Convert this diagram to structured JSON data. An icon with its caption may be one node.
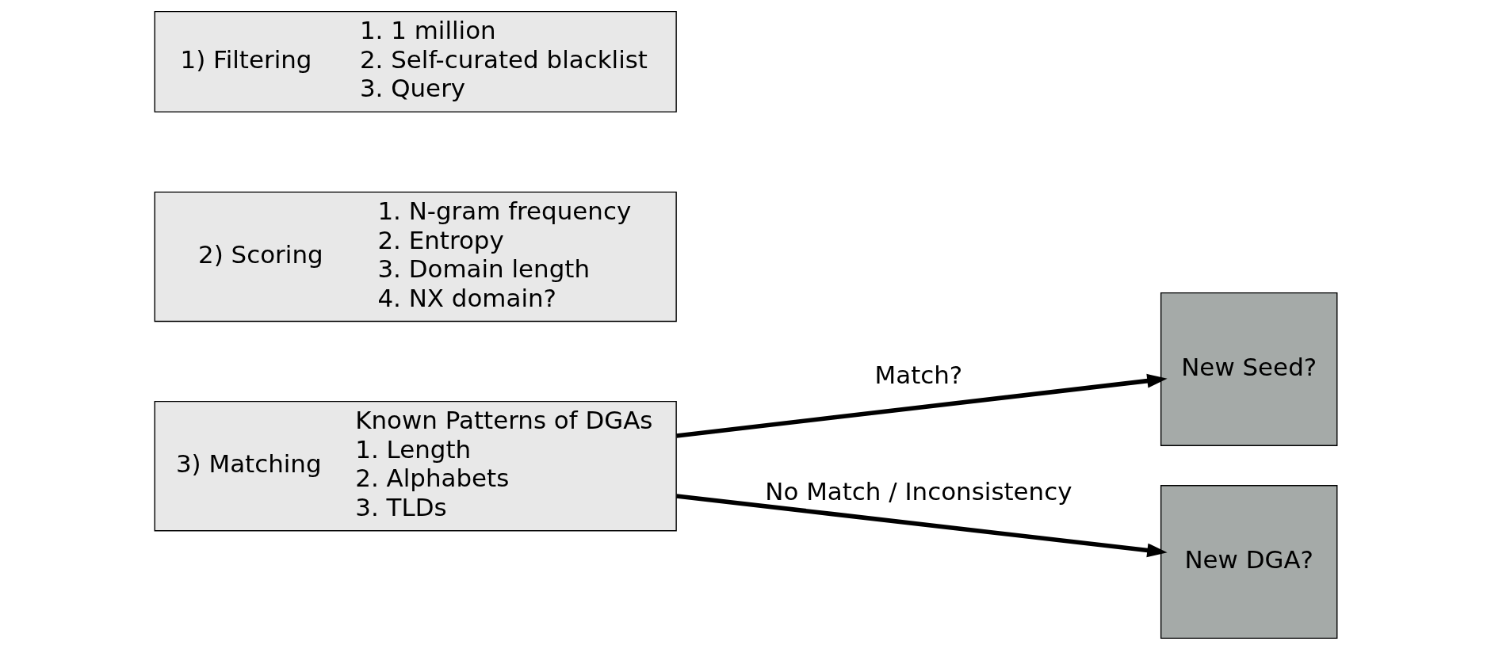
{
  "diagram": {
    "nodes": [
      {
        "text": [
          "1) Filtering",
          "1. 1 million",
          "2. Self-curated blacklist",
          "3. Query"
        ]
      },
      {
        "text": [
          "2) Scoring",
          "1. N-gram frequency",
          "2. Entropy",
          "3. Domain length",
          "4. NX domain?"
        ]
      },
      {
        "text": [
          "3) Matching",
          "Known Patterns of DGAs",
          "1. Length",
          "2. Alphabets",
          "3. TLDs"
        ]
      },
      {
        "text": [
          "New Seed?"
        ]
      },
      {
        "text": [
          "New DGA?"
        ]
      }
    ],
    "edges": [
      {
        "from": 2,
        "to": 3,
        "arrow": "to",
        "label": "Match?"
      },
      {
        "from": 2,
        "to": 4,
        "arrow": "to",
        "label": "No Match / Inconsistency"
      }
    ]
  }
}
